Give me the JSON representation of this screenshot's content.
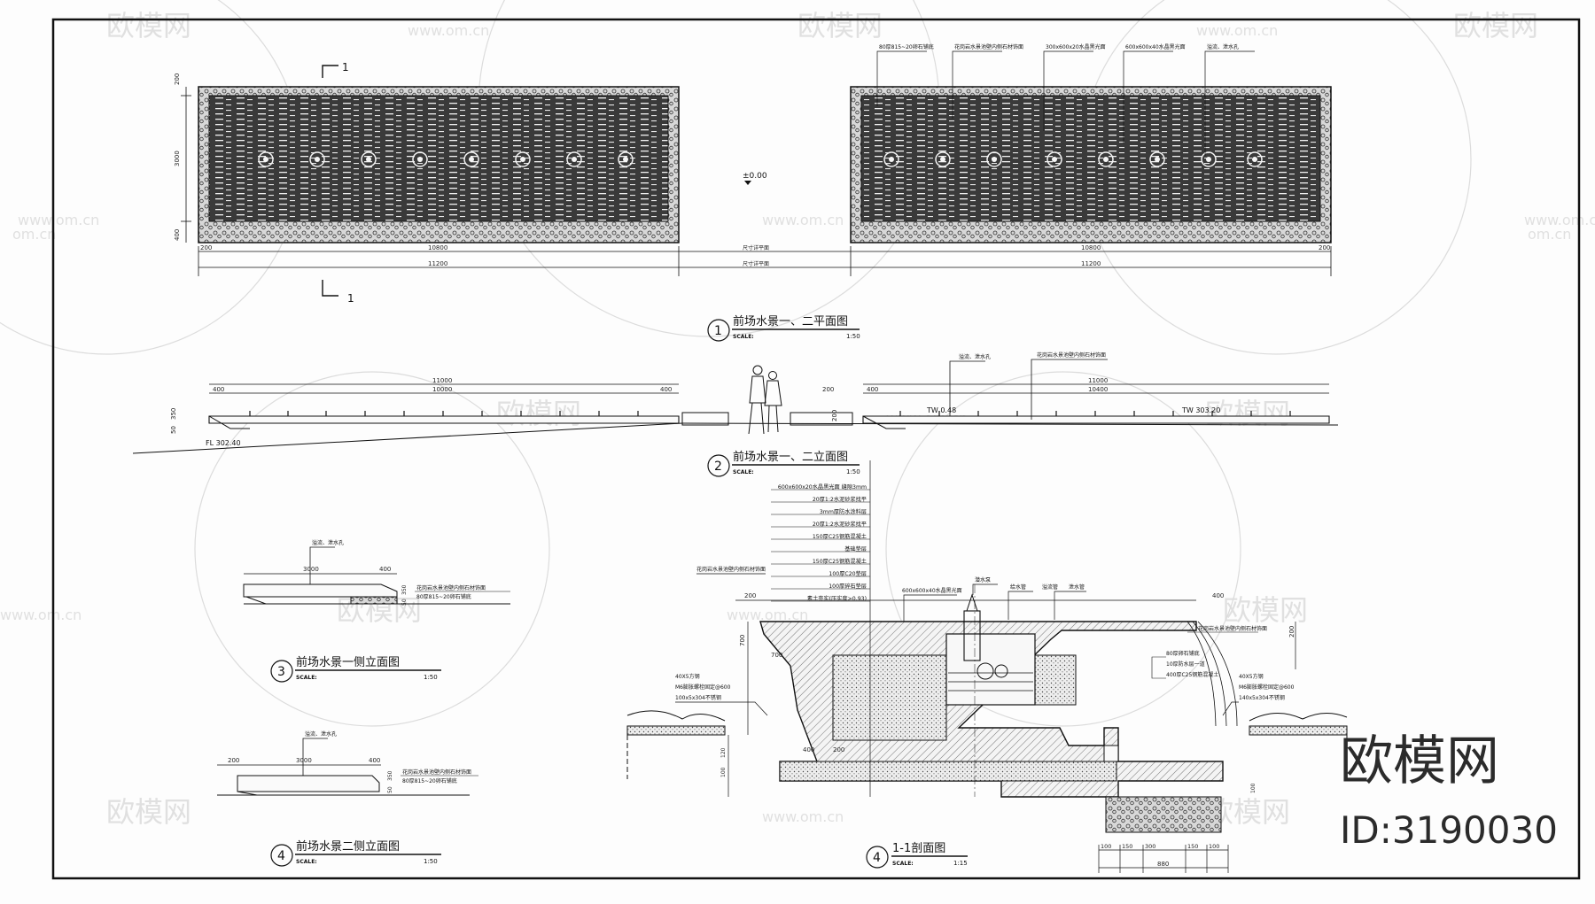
{
  "watermarks": {
    "brand": "欧模网",
    "url": "www.om.cn",
    "url_short": "om.cn"
  },
  "stamp": {
    "brand": "欧模网",
    "id": "ID:3190030"
  },
  "plan": {
    "title_no": "1",
    "title": "前场水景一、二平面图",
    "scale_label": "SCALE:",
    "scale": "1:50",
    "section_mark": "1",
    "level": "±0.00",
    "dims": {
      "top": "200",
      "mid": "3000",
      "bot": "400",
      "inner": "10800",
      "outer": "11200",
      "edge": "200"
    },
    "notes": [
      "80厚815~20卵石铺底",
      "花岗岩水景池壁内侧石材饰面",
      "300x600x20水晶黑光面",
      "600x600x40水晶黑光面",
      "溢流、泄水孔"
    ],
    "gap_label": "尺寸详平面"
  },
  "elevation": {
    "title_no": "2",
    "title": "前场水景一、二立面图",
    "scale_label": "SCALE:",
    "scale": "1:50",
    "dims_left": [
      "400",
      "10000",
      "400"
    ],
    "overall_left": "11000",
    "dims_right": [
      "400",
      "10400",
      "11000"
    ],
    "mid_dims": [
      "200",
      "200"
    ],
    "tw_left": "TW 0.48",
    "tw_right": "TW 303.20",
    "fl": "FL 302.40",
    "notes": [
      "溢流、泄水孔",
      "花岗岩水景池壁内侧石材饰面"
    ],
    "side": [
      "350",
      "50"
    ]
  },
  "side1": {
    "title_no": "3",
    "title": "前场水景一侧立面图",
    "scale_label": "SCALE:",
    "scale": "1:50",
    "dims": [
      "3000",
      "400"
    ],
    "note_top": "溢流、泄水孔",
    "notes": [
      "花岗岩水景池壁内侧石材饰面",
      "80厚815~20卵石铺底"
    ],
    "side": [
      "350",
      "50"
    ]
  },
  "side2": {
    "title_no": "4",
    "title": "前场水景二侧立面图",
    "scale_label": "SCALE:",
    "scale": "1:50",
    "dims": [
      "200",
      "3000",
      "400"
    ],
    "note_top": "溢流、泄水孔",
    "notes": [
      "花岗岩水景池壁内侧石材饰面",
      "80厚815~20卵石铺底"
    ],
    "side": [
      "350",
      "50"
    ]
  },
  "section": {
    "title_no": "4",
    "title": "1-1剖面图",
    "scale_label": "SCALE:",
    "scale": "1:15",
    "layers": [
      "600x600x20水晶黑光面 缝隙3mm",
      "20厚1:2水泥砂浆找平",
      "3mm厚防水涂料层",
      "20厚1:2水泥砂浆找平",
      "150厚C25钢筋混凝土",
      "基础垫层",
      "150厚C25钢筋混凝土",
      "100厚C20垫层",
      "100厚碎石垫层",
      "素土夯实(压实度>0.93)"
    ],
    "left_notes": [
      "花岗岩水景池壁内侧石材饰面",
      "40X5方钢",
      "M6膨胀螺栓固定@600",
      "100x5x304不锈钢"
    ],
    "right_notes": [
      "40X5方钢",
      "M6膨胀螺栓固定@600",
      "140x5x304不锈钢"
    ],
    "inner_notes": [
      "600x600x40水晶黑光面",
      "潜水泵",
      "给水管",
      "溢流管",
      "泄水管",
      "花岗岩水景池壁内侧石材饰面"
    ],
    "pipe_notes": [
      "80厚卵石铺底",
      "10厚防水层一道",
      "400厚C25钢筋混凝土"
    ],
    "top_dims": [
      "200",
      "400"
    ],
    "side_dims": [
      "700",
      "700",
      "200"
    ],
    "bottom_dims": [
      "100",
      "150",
      "300",
      "150",
      "100"
    ],
    "bottom_total": "880",
    "vert_dims": [
      "120",
      "100",
      "100"
    ],
    "small_dims": [
      "400",
      "200"
    ]
  }
}
